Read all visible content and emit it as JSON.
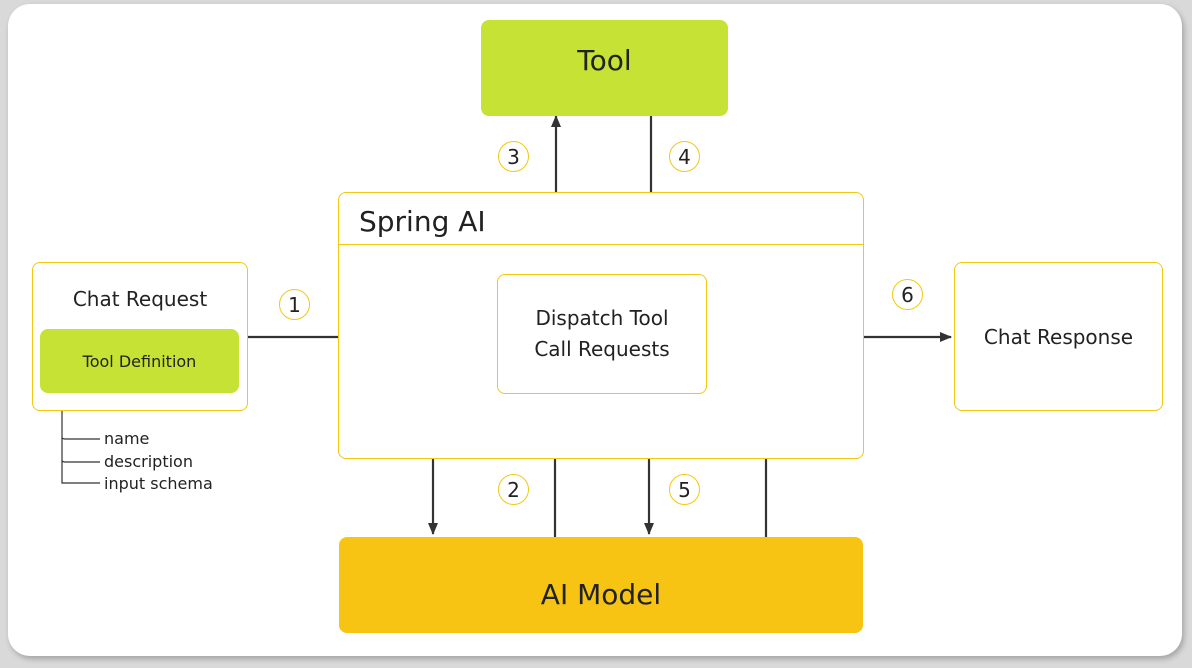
{
  "diagram": {
    "tool": {
      "label": "Tool"
    },
    "spring_ai": {
      "label": "Spring AI"
    },
    "dispatch": {
      "line1": "Dispatch Tool",
      "line2": "Call Requests"
    },
    "chat_request": {
      "label": "Chat Request",
      "tool_definition": "Tool Definition",
      "fields": [
        "name",
        "description",
        "input schema"
      ]
    },
    "chat_response": {
      "label": "Chat Response"
    },
    "ai_model": {
      "label": "AI Model"
    },
    "steps": [
      "1",
      "2",
      "3",
      "4",
      "5",
      "6"
    ]
  },
  "colors": {
    "tool_fill": "#c6e234",
    "model_fill": "#f7c413",
    "outline": "#f2c811",
    "arrow": "#333333",
    "background": "#ffffff"
  }
}
